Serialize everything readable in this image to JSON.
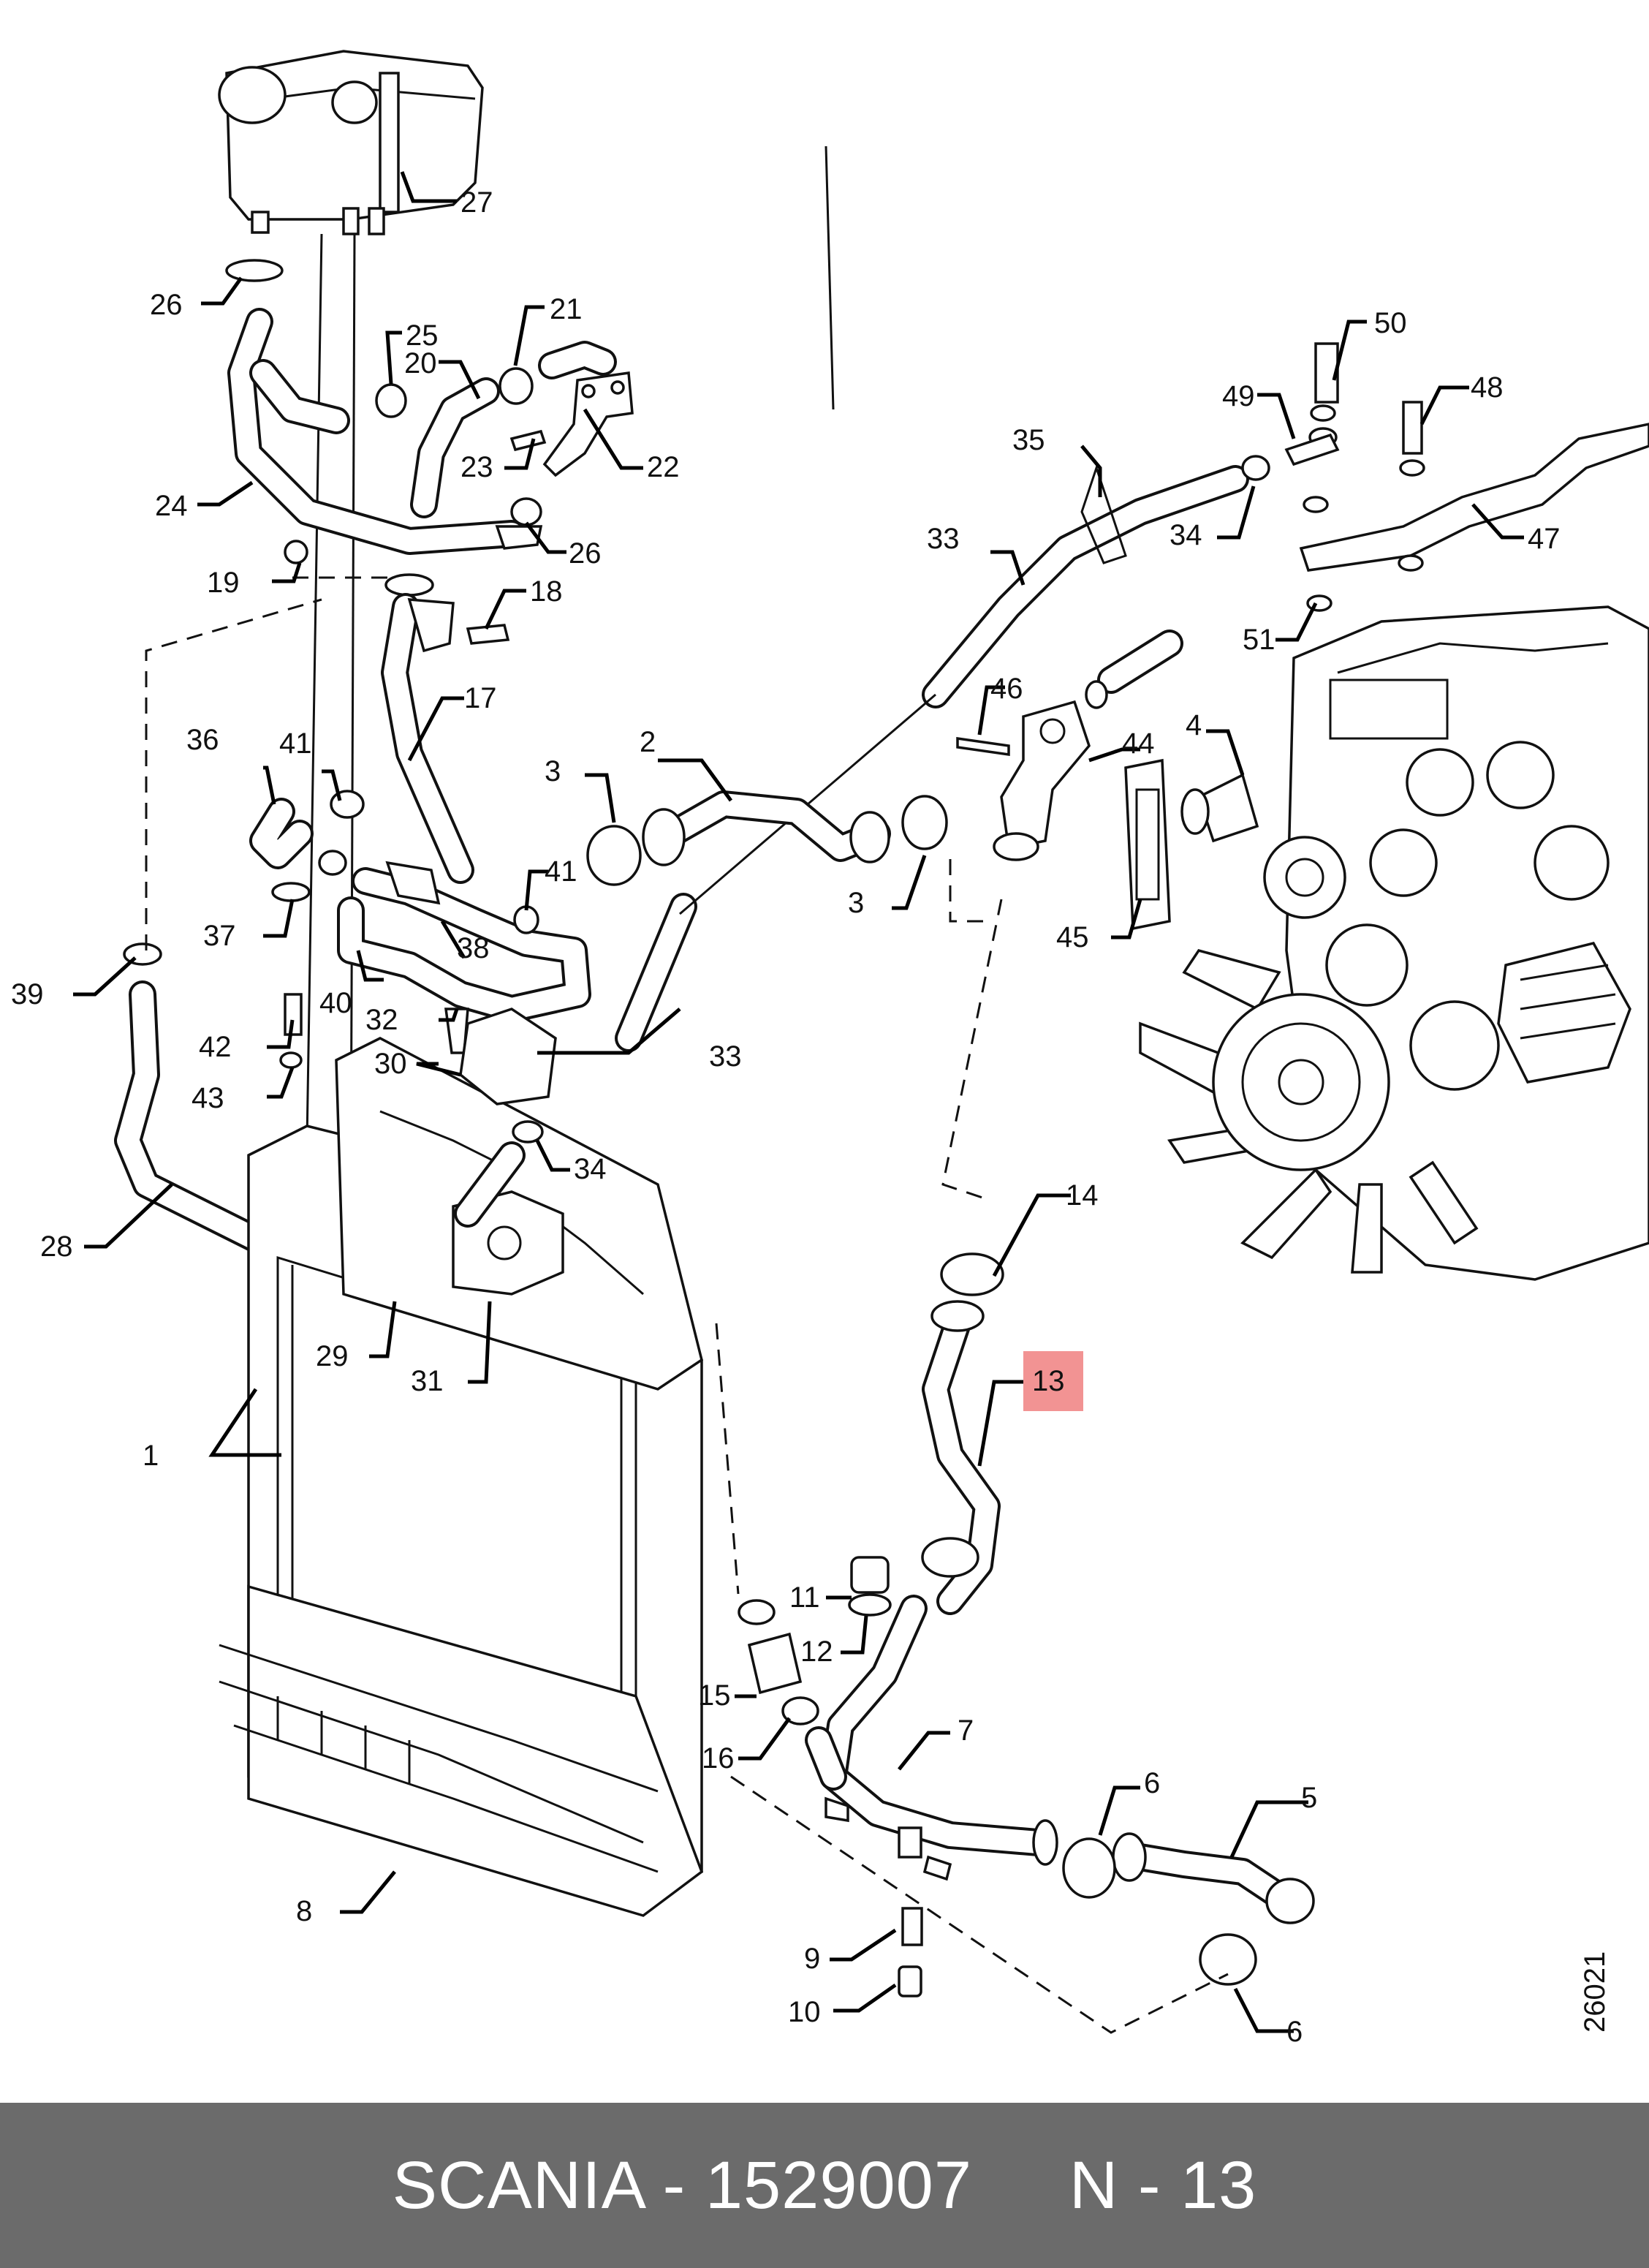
{
  "diagram_code": "26021",
  "highlight_color": "#f08080",
  "footer": {
    "text": "SCANIA - 1529007     N - 13"
  },
  "callouts": [
    {
      "id": "c1",
      "label": "1"
    },
    {
      "id": "c2",
      "label": "2"
    },
    {
      "id": "c3a",
      "label": "3"
    },
    {
      "id": "c3b",
      "label": "3"
    },
    {
      "id": "c4",
      "label": "4"
    },
    {
      "id": "c5",
      "label": "5"
    },
    {
      "id": "c6a",
      "label": "6"
    },
    {
      "id": "c6b",
      "label": "6"
    },
    {
      "id": "c7",
      "label": "7"
    },
    {
      "id": "c8",
      "label": "8"
    },
    {
      "id": "c9",
      "label": "9"
    },
    {
      "id": "c10",
      "label": "10"
    },
    {
      "id": "c11",
      "label": "11"
    },
    {
      "id": "c12",
      "label": "12"
    },
    {
      "id": "c13",
      "label": "13",
      "highlight": true
    },
    {
      "id": "c14",
      "label": "14"
    },
    {
      "id": "c15",
      "label": "15"
    },
    {
      "id": "c16",
      "label": "16"
    },
    {
      "id": "c17",
      "label": "17"
    },
    {
      "id": "c18",
      "label": "18"
    },
    {
      "id": "c19",
      "label": "19"
    },
    {
      "id": "c20",
      "label": "20"
    },
    {
      "id": "c21",
      "label": "21"
    },
    {
      "id": "c22",
      "label": "22"
    },
    {
      "id": "c23",
      "label": "23"
    },
    {
      "id": "c24",
      "label": "24"
    },
    {
      "id": "c25",
      "label": "25"
    },
    {
      "id": "c26a",
      "label": "26"
    },
    {
      "id": "c26b",
      "label": "26"
    },
    {
      "id": "c27",
      "label": "27"
    },
    {
      "id": "c28",
      "label": "28"
    },
    {
      "id": "c29",
      "label": "29"
    },
    {
      "id": "c30",
      "label": "30"
    },
    {
      "id": "c31",
      "label": "31"
    },
    {
      "id": "c32",
      "label": "32"
    },
    {
      "id": "c33a",
      "label": "33"
    },
    {
      "id": "c33b",
      "label": "33"
    },
    {
      "id": "c34a",
      "label": "34"
    },
    {
      "id": "c34b",
      "label": "34"
    },
    {
      "id": "c35",
      "label": "35"
    },
    {
      "id": "c36",
      "label": "36"
    },
    {
      "id": "c37",
      "label": "37"
    },
    {
      "id": "c38",
      "label": "38"
    },
    {
      "id": "c39",
      "label": "39"
    },
    {
      "id": "c40",
      "label": "40"
    },
    {
      "id": "c41a",
      "label": "41"
    },
    {
      "id": "c41b",
      "label": "41"
    },
    {
      "id": "c42",
      "label": "42"
    },
    {
      "id": "c43",
      "label": "43"
    },
    {
      "id": "c44",
      "label": "44"
    },
    {
      "id": "c45",
      "label": "45"
    },
    {
      "id": "c46",
      "label": "46"
    },
    {
      "id": "c47",
      "label": "47"
    },
    {
      "id": "c48",
      "label": "48"
    },
    {
      "id": "c49",
      "label": "49"
    },
    {
      "id": "c50",
      "label": "50"
    },
    {
      "id": "c51",
      "label": "51"
    }
  ]
}
